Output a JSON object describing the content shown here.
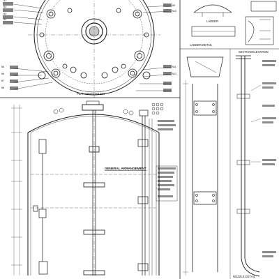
{
  "drawing": {
    "main_elevation_label": "GENERAL ARRANGEMENT",
    "plan_label": "PLAN ORIENTATION",
    "ladder_label": "LADDER",
    "platform_detail_label": "LADDER DETAIL",
    "section_label": "SECTION ELEVATION",
    "nozzle_detail_label": "NOZZLE DETAIL",
    "nozzle_tags": [
      "N1",
      "N2",
      "N3",
      "N4",
      "N5",
      "N6",
      "N7",
      "N8",
      "N9",
      "N10",
      "N11",
      "N12"
    ],
    "line_color": "#1a1a1a",
    "paper_color": "#ffffff"
  }
}
